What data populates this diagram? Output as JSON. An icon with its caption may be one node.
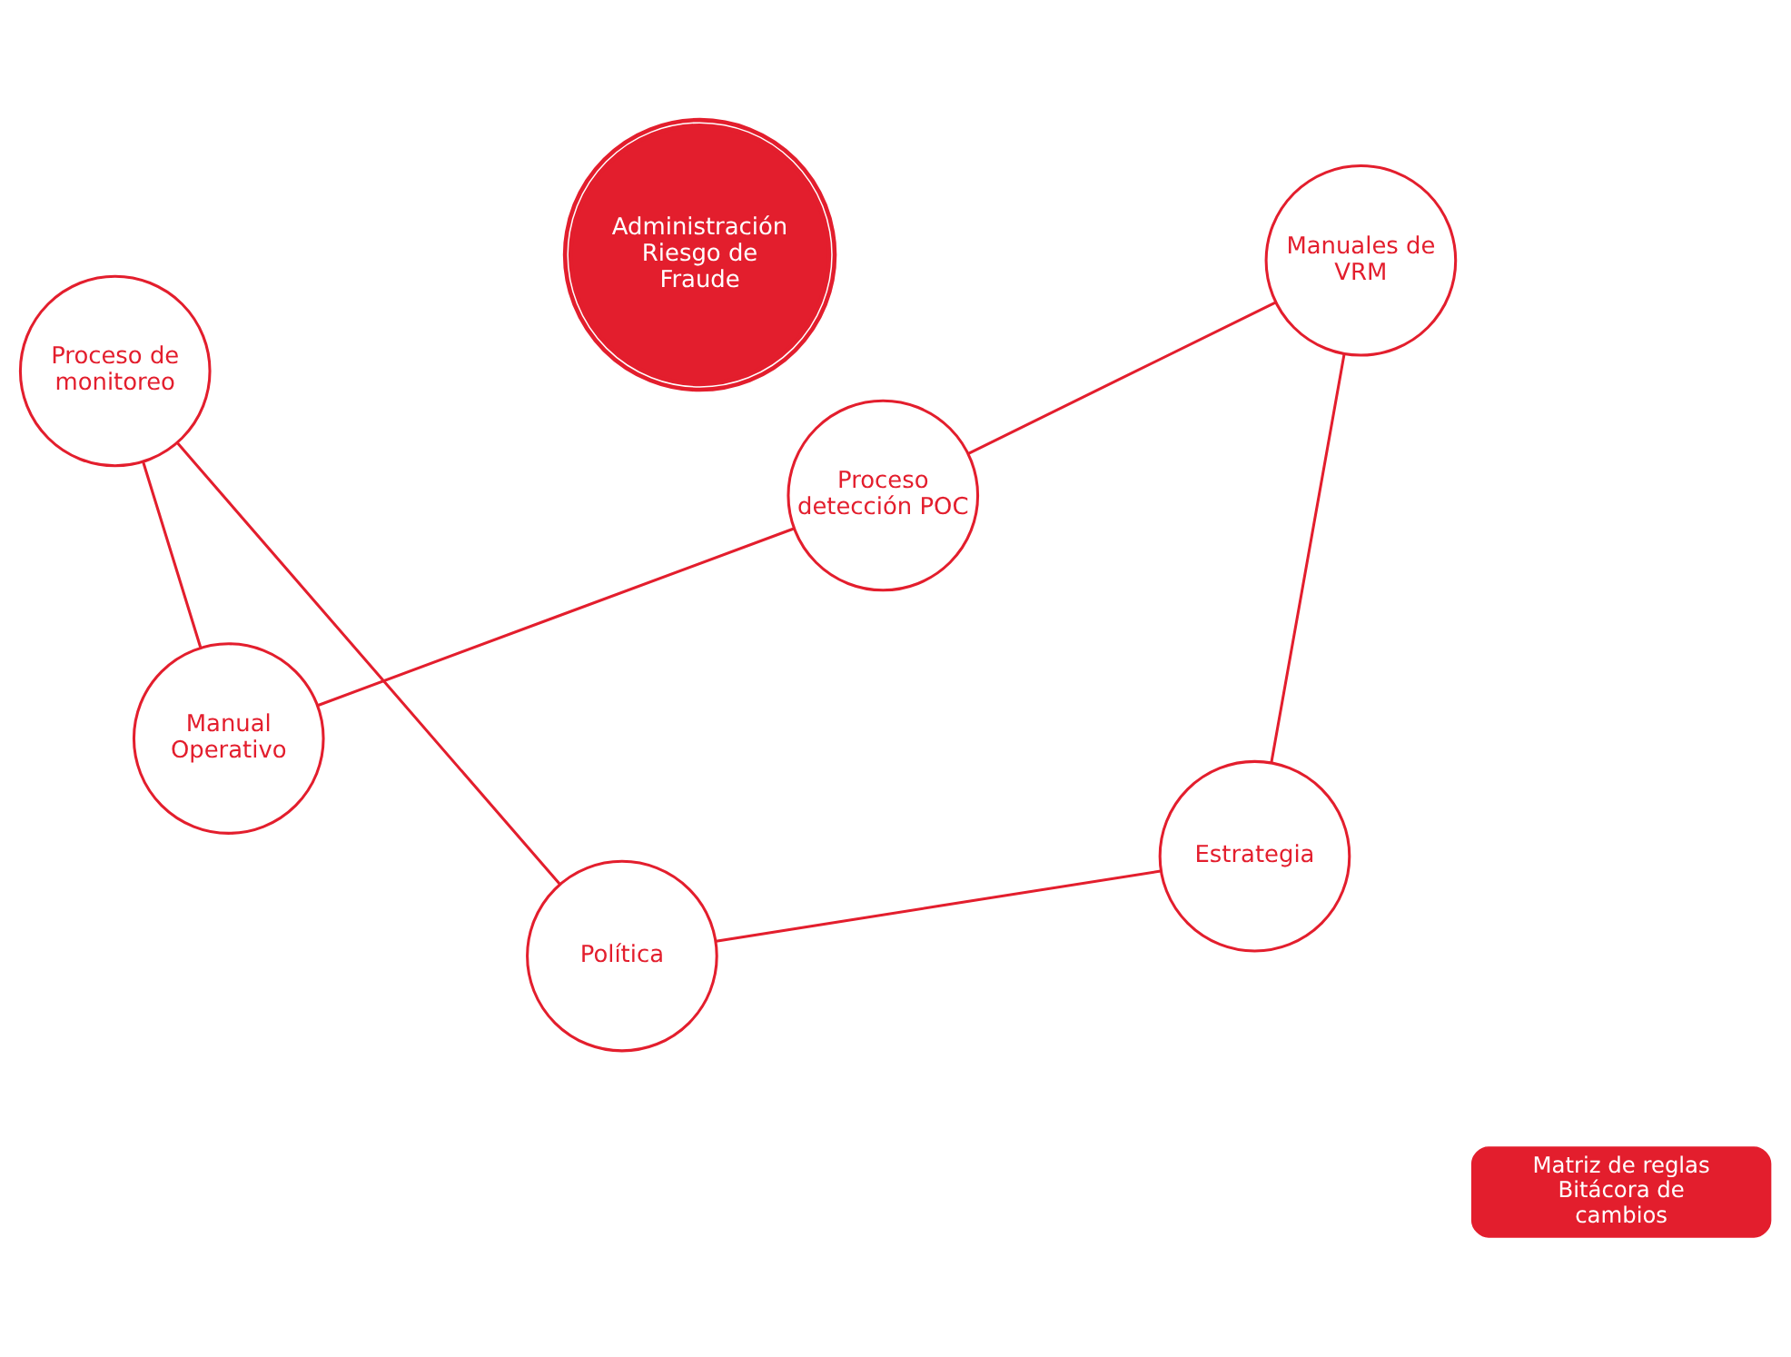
{
  "diagram": {
    "nodes": [
      {
        "text": [
          "Política"
        ]
      },
      {
        "text": [
          "Matriz de reglas Bitácora de cambios"
        ]
      },
      {
        "text": [
          "Estrategia"
        ]
      },
      {
        "text": [
          "Proceso de monitoreo"
        ]
      },
      {
        "text": [
          "Administración Riesgo de Fraude"
        ]
      },
      {
        "text": [
          "Manuales de VRM"
        ]
      },
      {
        "text": [
          "Manual Operativo"
        ]
      },
      {
        "text": [
          "Proceso detección POC"
        ]
      }
    ],
    "edges": [
      {
        "from": 0,
        "to": 3,
        "arrow": "none"
      },
      {
        "from": 3,
        "to": 6,
        "arrow": "none"
      },
      {
        "from": 6,
        "to": 7,
        "arrow": "none"
      },
      {
        "from": 7,
        "to": 5,
        "arrow": "none"
      },
      {
        "from": 5,
        "to": 2,
        "arrow": "none"
      },
      {
        "from": 2,
        "to": 0,
        "arrow": "none"
      }
    ]
  }
}
